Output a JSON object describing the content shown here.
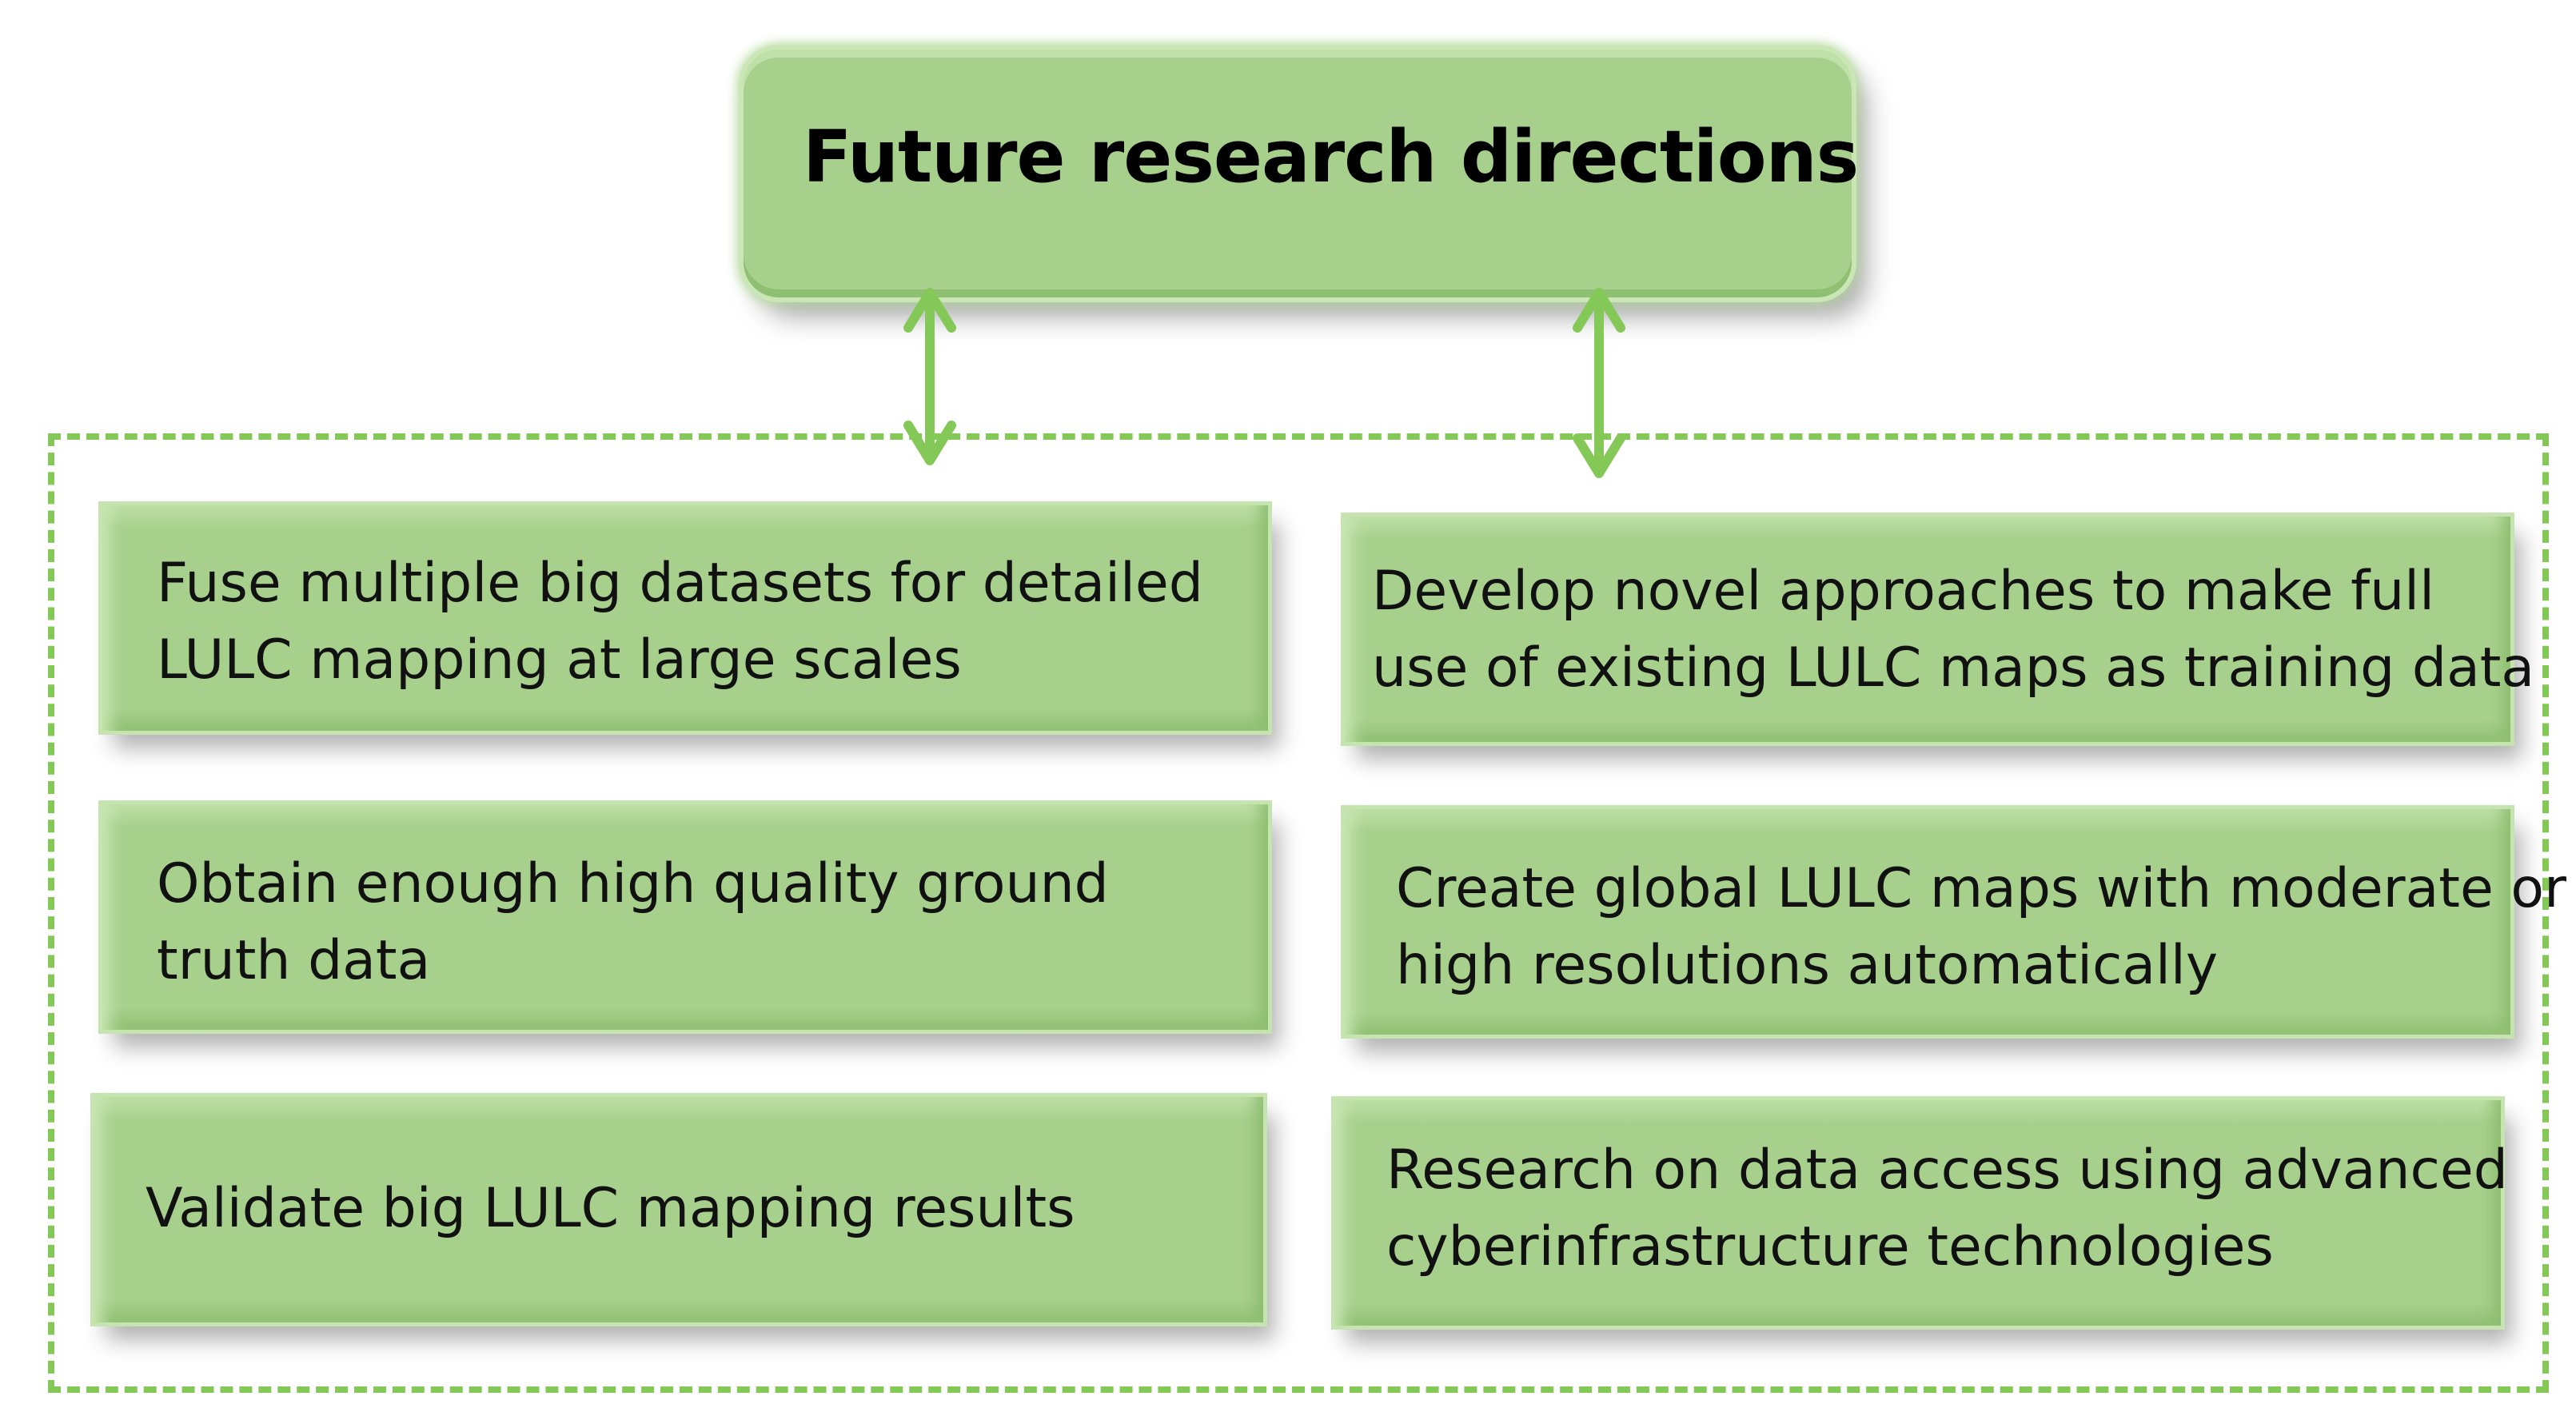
{
  "title": "Future research directions",
  "colors": {
    "box_fill": "#a8d08d",
    "box_highlight": "#c6e4b0",
    "arrow": "#84c857",
    "dashed_border": "#84c857",
    "text": "#000000"
  },
  "arrows": [
    {
      "type": "bidirectional",
      "from": "title",
      "to": "directions-group"
    },
    {
      "type": "bidirectional",
      "from": "title",
      "to": "directions-group"
    }
  ],
  "directions": {
    "left": [
      {
        "line1": "Fuse multiple big datasets for detailed",
        "line2": "LULC mapping at large scales"
      },
      {
        "line1": "Obtain enough high quality ground",
        "line2": "truth data"
      },
      {
        "line1": "Validate big LULC mapping results",
        "line2": ""
      }
    ],
    "right": [
      {
        "line1": "Develop novel approaches to make full",
        "line2": "use of existing LULC maps as training data"
      },
      {
        "line1": "Create global LULC maps with moderate or",
        "line2": "high resolutions automatically"
      },
      {
        "line1": "Research on data access using advanced",
        "line2": "cyberinfrastructure technologies"
      }
    ]
  }
}
